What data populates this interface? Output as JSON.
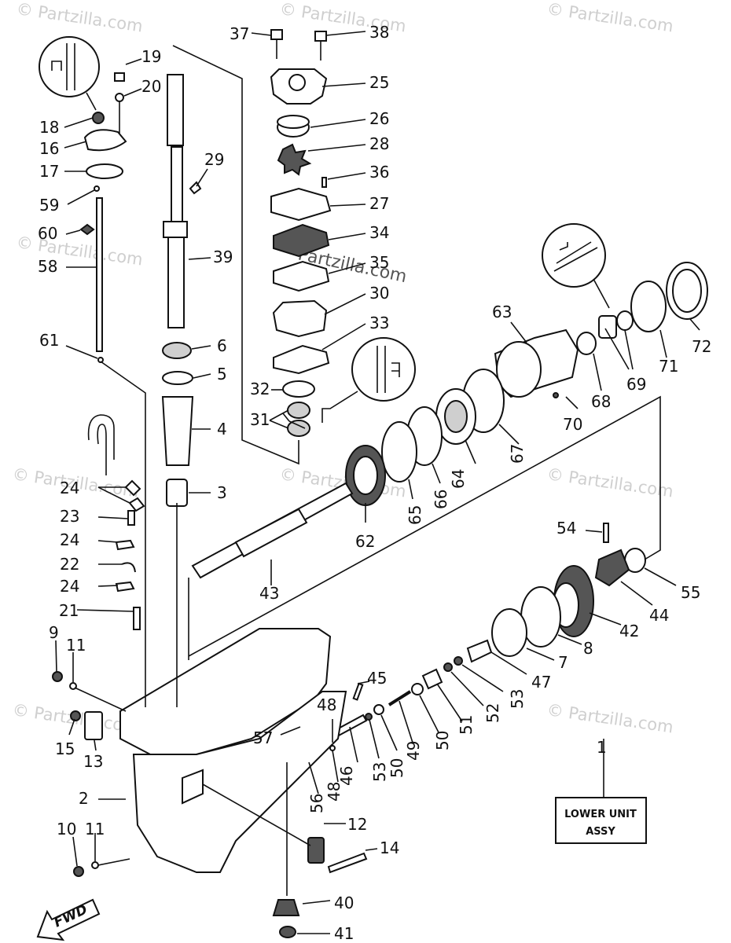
{
  "watermarks": [
    "© Partzilla.com",
    "© Partzilla.com",
    "© Partzilla.com",
    "© Partzilla.com",
    "© Partzilla.com",
    "© Partzilla.com",
    "© Partzilla.com",
    "© Partzilla.com",
    "© Partzilla.com"
  ],
  "center_watermark": "Partzilla.com",
  "assembly_box": {
    "line1": "LOWER UNIT",
    "line2": "ASSY"
  },
  "fwd_label": "FWD",
  "callouts": {
    "c1": "1",
    "c2": "2",
    "c3": "3",
    "c4": "4",
    "c5": "5",
    "c6": "6",
    "c7": "7",
    "c8": "8",
    "c9": "9",
    "c10": "10",
    "c11a": "11",
    "c11b": "11",
    "c12": "12",
    "c13": "13",
    "c14": "14",
    "c15": "15",
    "c16": "16",
    "c17": "17",
    "c18": "18",
    "c19": "19",
    "c20": "20",
    "c21": "21",
    "c22": "22",
    "c23": "23",
    "c24a": "24",
    "c24b": "24",
    "c24c": "24",
    "c25": "25",
    "c26": "26",
    "c27": "27",
    "c28": "28",
    "c29": "29",
    "c30": "30",
    "c31": "31",
    "c32": "32",
    "c33": "33",
    "c34": "34",
    "c35": "35",
    "c36": "36",
    "c37": "37",
    "c38": "38",
    "c39": "39",
    "c40": "40",
    "c41": "41",
    "c42": "42",
    "c43": "43",
    "c44": "44",
    "c45": "45",
    "c46": "46",
    "c47": "47",
    "c48a": "48",
    "c48b": "48",
    "c49": "49",
    "c50a": "50",
    "c50b": "50",
    "c51": "51",
    "c52": "52",
    "c53a": "53",
    "c53b": "53",
    "c54": "54",
    "c55": "55",
    "c56": "56",
    "c57": "57",
    "c58": "58",
    "c59": "59",
    "c60": "60",
    "c61": "61",
    "c62": "62",
    "c63": "63",
    "c64": "64",
    "c65": "65",
    "c66": "66",
    "c67": "67",
    "c68": "68",
    "c69": "69",
    "c70": "70",
    "c71": "71",
    "c72": "72"
  }
}
